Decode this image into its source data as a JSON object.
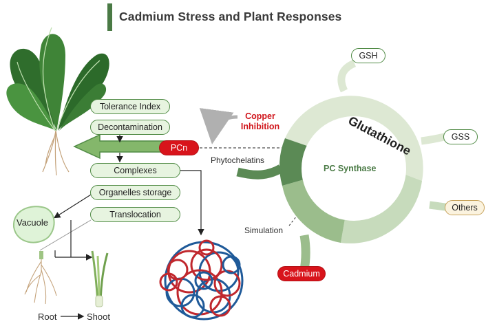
{
  "title": "Cadmium Stress and Plant Responses",
  "boxes": {
    "tolerance_index": "Tolerance Index",
    "decontamination": "Decontamination",
    "complexes": "Complexes",
    "organelles_storage": "Organelles storage",
    "translocation": "Translocation"
  },
  "cycle": {
    "center": "Glutathione",
    "enzyme": "PC Synthase",
    "gsh": "GSH",
    "gss": "GSS",
    "others": "Others",
    "cadmium": "Cadmium",
    "pcn": "PCn"
  },
  "labels": {
    "copper_inhibition_line1": "Copper",
    "copper_inhibition_line2": "Inhibition",
    "phytochelatins": "Phytochelatins",
    "simulation": "Simulation",
    "vacuole": "Vacuole",
    "root": "Root",
    "shoot": "Shoot"
  },
  "colors": {
    "title_accent": "#4a7a45",
    "box_border": "#4f8a44",
    "box_fill": "#e7f4e0",
    "cadmium_red": "#d8141b",
    "ring_dark": "#5b8a55",
    "ring_mid": "#9bbd8c",
    "ring_light": "#dde8d3"
  },
  "icons": [
    "spinach-plant-icon",
    "vacuole-icon",
    "root-icon",
    "shoot-icon",
    "polymer-tangle-icon",
    "curved-arrow-icon"
  ]
}
